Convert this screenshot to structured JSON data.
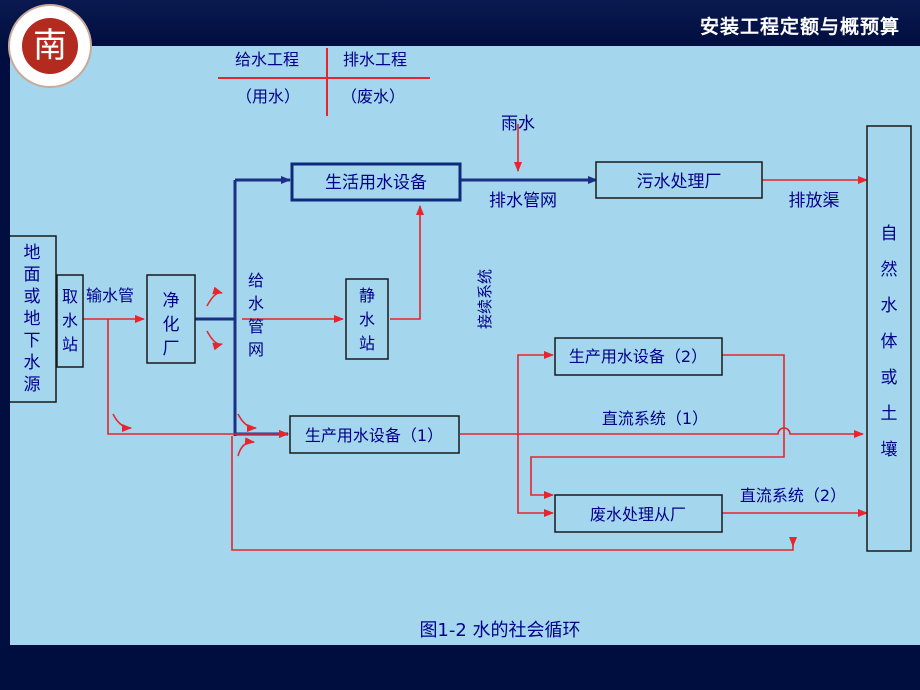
{
  "header": {
    "title": "安装工程定额与概预算"
  },
  "logo": {
    "glyph": "南"
  },
  "legend": {
    "left_top": "给水工程",
    "right_top": "排水工程",
    "left_bottom": "（用水）",
    "right_bottom": "（废水）"
  },
  "nodes": {
    "source": "地面或地下水源",
    "intake": "取水站",
    "purify": "净化厂",
    "static_station": "静水站",
    "domestic": "生活用水设备",
    "sewage_plant": "污水处理厂",
    "prod1": "生产用水设备（1）",
    "prod2": "生产用水设备（2）",
    "waste_plant": "废水处理从厂",
    "nature": "自然水体或土壤"
  },
  "labels": {
    "pipe_in": "输水管",
    "supply_net": "给水管网",
    "rain": "雨水",
    "drain_net": "排水管网",
    "discharge": "排放渠",
    "series_system": "接续系统",
    "direct1": "直流系统（1）",
    "direct2": "直流系统（2）"
  },
  "caption": "图1-2 水的社会循环",
  "colors": {
    "line": "#e8242c",
    "pipe": "#1b2f86",
    "text": "#00008a",
    "bg": "#a4d6ee"
  }
}
